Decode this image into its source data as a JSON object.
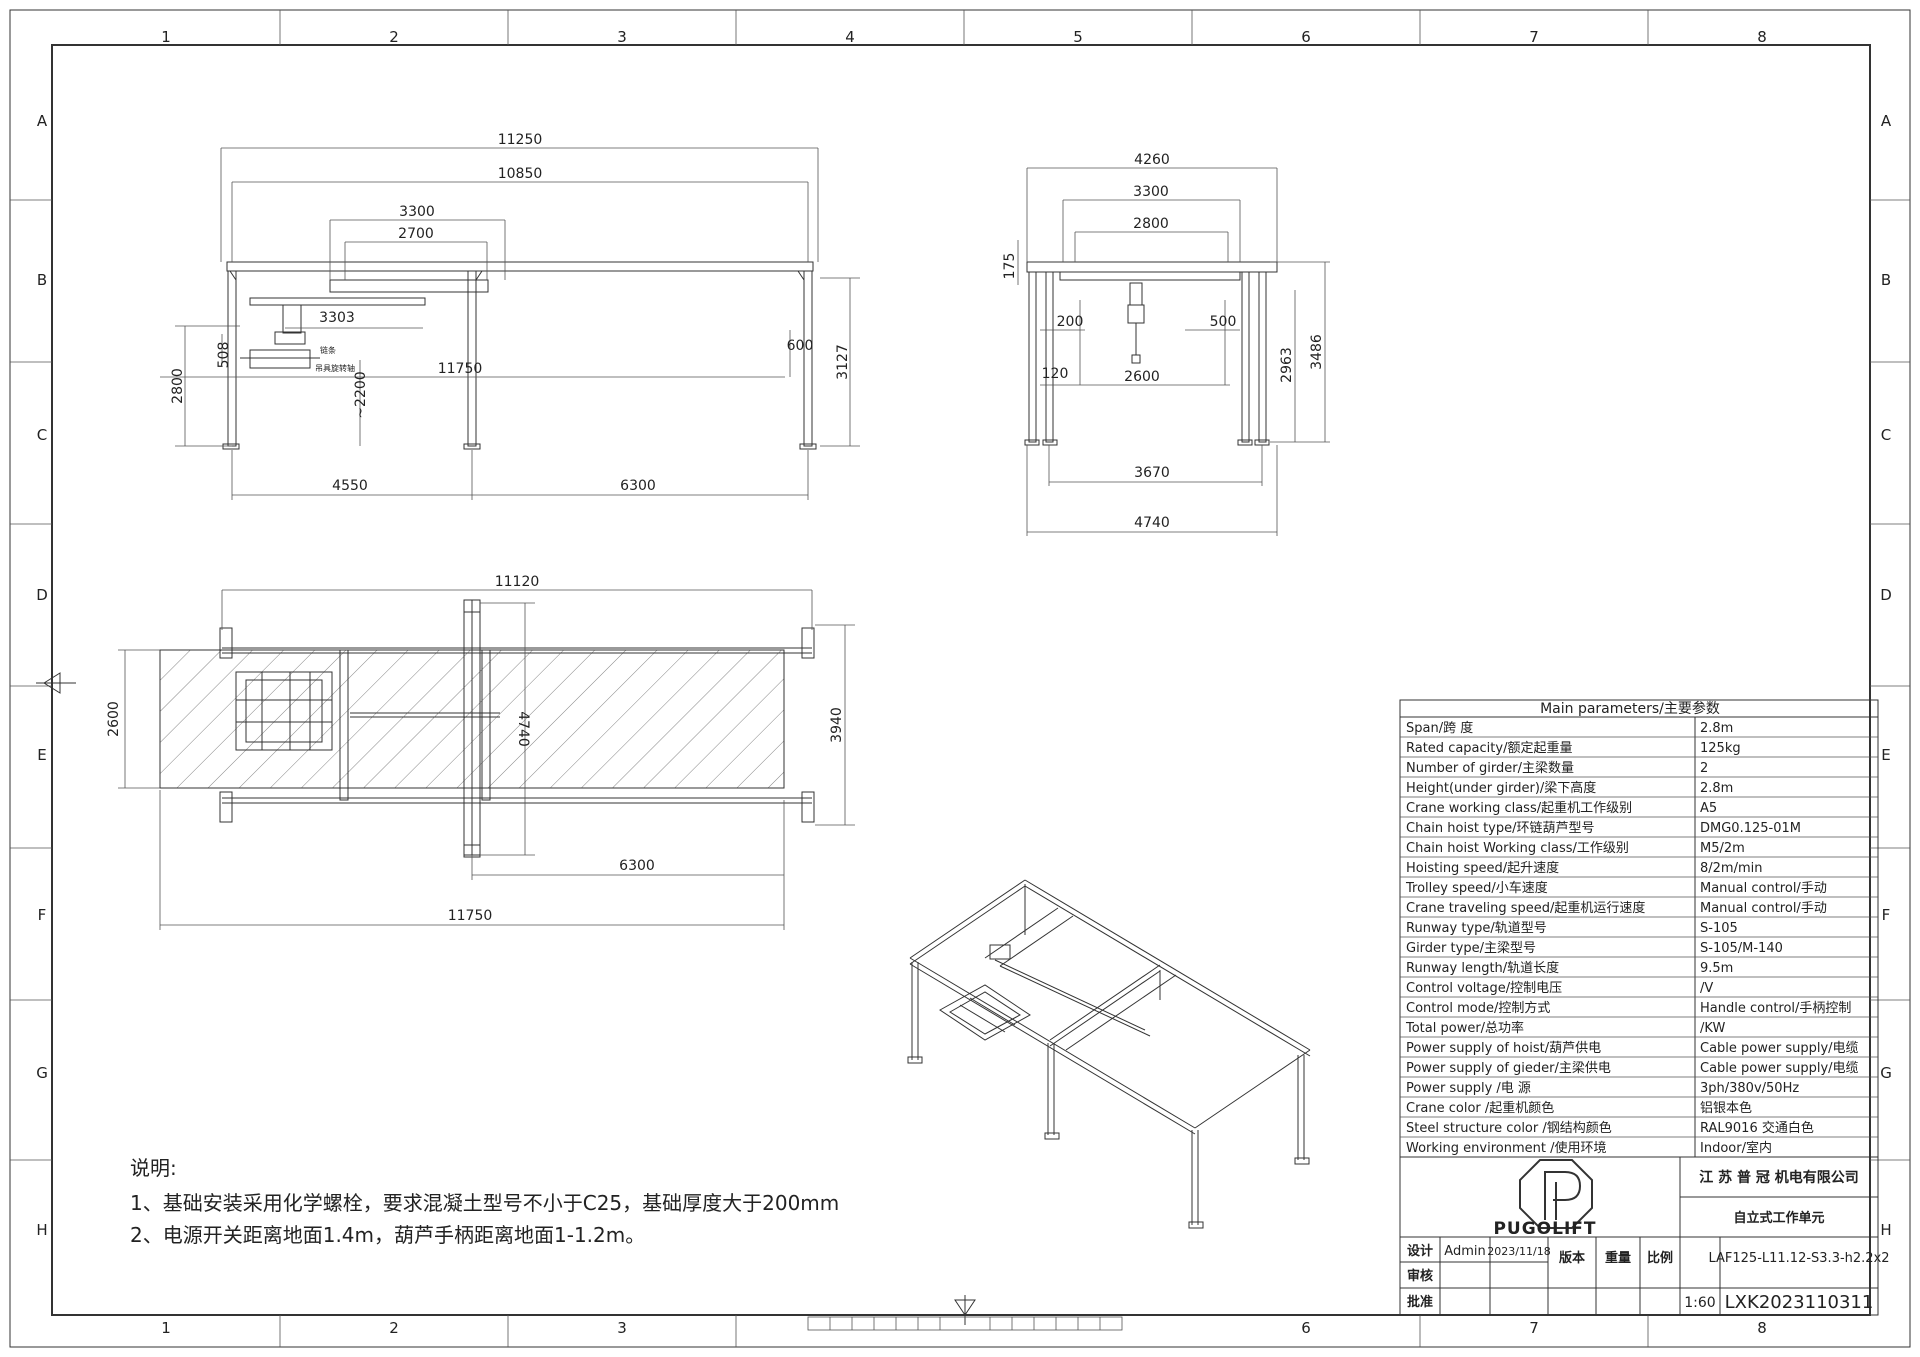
{
  "grid": {
    "columns": [
      "1",
      "2",
      "3",
      "4",
      "5",
      "6",
      "7",
      "8"
    ],
    "rows": [
      "A",
      "B",
      "C",
      "D",
      "E",
      "F",
      "G",
      "H"
    ]
  },
  "side_view": {
    "dims": [
      "11250",
      "10850",
      "3300",
      "2700",
      "3303",
      "508",
      "2800",
      "~2200",
      "11750",
      "600",
      "3127",
      "4550",
      "6300"
    ],
    "tags": [
      "链条",
      "吊具旋转轴"
    ]
  },
  "end_view": {
    "dims": [
      "4260",
      "3300",
      "2800",
      "175",
      "200",
      "500",
      "120",
      "2600",
      "2963",
      "3486",
      "3670",
      "4740"
    ]
  },
  "plan_view": {
    "dims": [
      "11120",
      "2600",
      "4740",
      "3940",
      "6300",
      "11750"
    ]
  },
  "notes": {
    "title": "说明:",
    "lines": [
      "1、基础安装采用化学螺栓，要求混凝土型号不小于C25，基础厚度大于200mm",
      "2、电源开关距离地面1.4m，葫芦手柄距离地面1-1.2m。"
    ]
  },
  "parameters": {
    "header": "Main parameters/主要参数",
    "rows": [
      {
        "label": "Span/跨 度",
        "value": "2.8m"
      },
      {
        "label": "Rated capacity/额定起重量",
        "value": "125kg"
      },
      {
        "label": "Number of girder/主梁数量",
        "value": "2"
      },
      {
        "label": "Height(under girder)/梁下高度",
        "value": "2.8m"
      },
      {
        "label": "Crane working class/起重机工作级别",
        "value": "A5"
      },
      {
        "label": "Chain hoist type/环链葫芦型号",
        "value": "DMG0.125-01M"
      },
      {
        "label": "Chain hoist Working class/工作级别",
        "value": "M5/2m"
      },
      {
        "label": "Hoisting speed/起升速度",
        "value": "8/2m/min"
      },
      {
        "label": "Trolley speed/小车速度",
        "value": "Manual control/手动"
      },
      {
        "label": "Crane traveling speed/起重机运行速度",
        "value": "Manual control/手动"
      },
      {
        "label": "Runway type/轨道型号",
        "value": "S-105"
      },
      {
        "label": "Girder type/主梁型号",
        "value": "S-105/M-140"
      },
      {
        "label": "Runway length/轨道长度",
        "value": "9.5m"
      },
      {
        "label": "Control voltage/控制电压",
        "value": "/V"
      },
      {
        "label": "Control mode/控制方式",
        "value": "Handle control/手柄控制"
      },
      {
        "label": "Total power/总功率",
        "value": "/KW"
      },
      {
        "label": "Power supply of hoist/葫芦供电",
        "value": "Cable power supply/电缆"
      },
      {
        "label": "Power supply of gieder/主梁供电",
        "value": "Cable power supply/电缆"
      },
      {
        "label": "Power supply /电 源",
        "value": "3ph/380v/50Hz"
      },
      {
        "label": "Crane color /起重机颜色",
        "value": "铝银本色"
      },
      {
        "label": "Steel structure color /钢结构颜色",
        "value": "RAL9016 交通白色"
      },
      {
        "label": "Working environment /使用环境",
        "value": "Indoor/室内"
      }
    ]
  },
  "title_block": {
    "company": "江 苏 普 冠 机电有限公司",
    "product": "自立式工作单元",
    "logo_text": "PUGOLIFT",
    "labels": {
      "design": "设计",
      "review": "审核",
      "approve": "批准",
      "version": "版本",
      "weight": "重量",
      "scale": "比例"
    },
    "designer": "Admin",
    "date": "2023/11/18",
    "model": "LAF125-L11.12-S3.3-h2.2x2",
    "scale_value": "1:60",
    "drawing_no": "LXK2023110311"
  },
  "colors": {
    "line": "#333333",
    "paper": "#ffffff"
  }
}
